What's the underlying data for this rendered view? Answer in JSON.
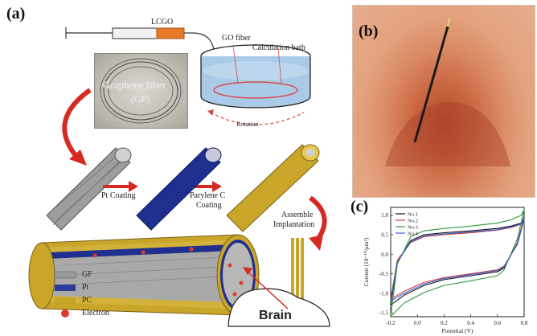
{
  "panel_labels": {
    "a": "(a)",
    "b": "(b)",
    "c": "(c)"
  },
  "schematic": {
    "syringe_label": "LCGO",
    "go_fiber_label": "GO fiber",
    "bath_label": "Calculation bath",
    "rotation_label": "Rotation",
    "photo_label_line1": "Graphene fiber",
    "photo_label_line2": "(GF)",
    "step1_label": "Pt Coating",
    "step2_label_line1": "Parylene C",
    "step2_label_line2": "Coating",
    "step3_label_line1": "Assemble",
    "step3_label_line2": "Implantation",
    "brain_label": "Brain",
    "legend": [
      {
        "label": "GF",
        "color": "#9a9a9a"
      },
      {
        "label": "Pt",
        "color": "#2b3b9c"
      },
      {
        "label": "PC",
        "color": "#c4a428"
      },
      {
        "label": "Electron",
        "color": "#e03a2e"
      }
    ],
    "colors": {
      "syringe": "#e8792a",
      "bath": "#a9cbe8",
      "fiber_blue": "#1f2f8f",
      "fiber_gold": "#c9a62a",
      "arrow_red": "#d42a22"
    }
  },
  "chart_data": {
    "type": "line",
    "xlabel": "Potential (V)",
    "ylabel": "Current (10⁻¹⁰/μm²)",
    "xlim": [
      -0.2,
      0.8
    ],
    "ylim": [
      -1.6,
      1.2
    ],
    "xticks": [
      "-0.2",
      "0.0",
      "0.2",
      "0.4",
      "0.6",
      "0.8"
    ],
    "yticks": [
      "-1.5",
      "-1.0",
      "-0.5",
      "0.0",
      "0.5",
      "1.0"
    ],
    "legend_position": "top-left",
    "series": [
      {
        "name": "No.1",
        "color": "#111111",
        "upper": {
          "x": [
            -0.2,
            -0.15,
            -0.05,
            0.05,
            0.2,
            0.4,
            0.6,
            0.7,
            0.78,
            0.8
          ],
          "y": [
            -1.3,
            -0.2,
            0.35,
            0.5,
            0.55,
            0.6,
            0.66,
            0.72,
            0.8,
            0.95
          ]
        },
        "lower": {
          "x": [
            0.8,
            0.75,
            0.65,
            0.6,
            0.4,
            0.2,
            0.05,
            -0.1,
            -0.2
          ],
          "y": [
            0.95,
            0.3,
            -0.35,
            -0.45,
            -0.55,
            -0.65,
            -0.8,
            -1.05,
            -1.3
          ]
        }
      },
      {
        "name": "No.2",
        "color": "#d63a3a",
        "upper": {
          "x": [
            -0.2,
            -0.15,
            -0.05,
            0.05,
            0.2,
            0.4,
            0.6,
            0.7,
            0.78,
            0.8
          ],
          "y": [
            -1.15,
            -0.15,
            0.3,
            0.45,
            0.5,
            0.55,
            0.62,
            0.68,
            0.77,
            0.9
          ]
        },
        "lower": {
          "x": [
            0.8,
            0.75,
            0.65,
            0.6,
            0.4,
            0.2,
            0.05,
            -0.1,
            -0.2
          ],
          "y": [
            0.9,
            0.25,
            -0.3,
            -0.4,
            -0.5,
            -0.6,
            -0.72,
            -0.95,
            -1.15
          ]
        }
      },
      {
        "name": "No.3",
        "color": "#2e9a3a",
        "upper": {
          "x": [
            -0.2,
            -0.15,
            -0.05,
            0.05,
            0.2,
            0.4,
            0.6,
            0.7,
            0.78,
            0.8
          ],
          "y": [
            -1.6,
            -0.25,
            0.45,
            0.6,
            0.66,
            0.72,
            0.8,
            0.88,
            1.0,
            1.15
          ]
        },
        "lower": {
          "x": [
            0.8,
            0.75,
            0.65,
            0.6,
            0.4,
            0.2,
            0.05,
            -0.1,
            -0.2
          ],
          "y": [
            1.15,
            0.4,
            -0.4,
            -0.55,
            -0.68,
            -0.8,
            -0.98,
            -1.25,
            -1.6
          ]
        }
      },
      {
        "name": "No.4",
        "color": "#3a5fd6",
        "upper": {
          "x": [
            -0.2,
            -0.15,
            -0.05,
            0.05,
            0.2,
            0.4,
            0.6,
            0.7,
            0.78,
            0.8
          ],
          "y": [
            -1.2,
            -0.2,
            0.32,
            0.47,
            0.52,
            0.57,
            0.63,
            0.7,
            0.78,
            0.92
          ]
        },
        "lower": {
          "x": [
            0.8,
            0.75,
            0.65,
            0.6,
            0.4,
            0.2,
            0.05,
            -0.1,
            -0.2
          ],
          "y": [
            0.92,
            0.28,
            -0.32,
            -0.42,
            -0.52,
            -0.62,
            -0.76,
            -1.0,
            -1.2
          ]
        }
      }
    ]
  }
}
